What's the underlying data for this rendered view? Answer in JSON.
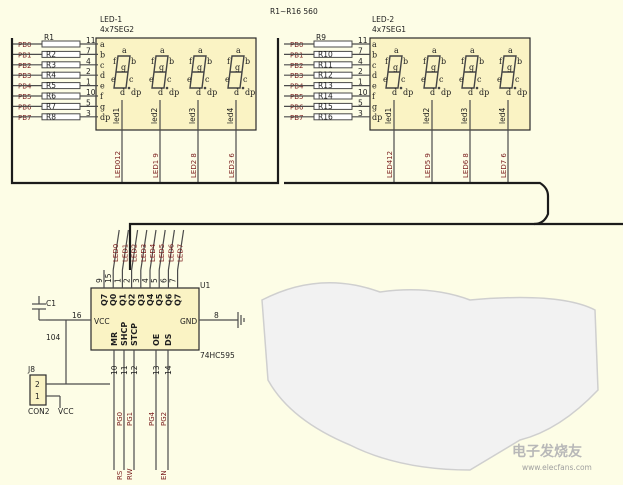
{
  "header_note": "R1~R16 560",
  "led_left": {
    "ref": "LED-1",
    "part": "4x7SEG2"
  },
  "led_right": {
    "ref": "LED-2",
    "part": "4x7SEG1"
  },
  "left_res_ref": "R1",
  "right_res_ref": "R9",
  "left_res_names": [
    "R2",
    "R3",
    "R4",
    "R5",
    "R6",
    "R7",
    "R8"
  ],
  "right_res_names": [
    "R10",
    "R11",
    "R12",
    "R13",
    "R14",
    "R15",
    "R16"
  ],
  "port_b": [
    "PB0",
    "PB1",
    "PB2",
    "PB3",
    "PB4",
    "PB5",
    "PB6",
    "PB7"
  ],
  "seg_pins": [
    "11",
    "7",
    "4",
    "2",
    "1",
    "10",
    "5",
    "3"
  ],
  "seg_letters": [
    "a",
    "b",
    "c",
    "d",
    "e",
    "f",
    "g",
    "dp"
  ],
  "digit_labels": [
    "led1",
    "led2",
    "led3",
    "led4"
  ],
  "led_left_bus": [
    "LED012",
    "LED1 9",
    "LED2 8",
    "LED3 6"
  ],
  "led_right_bus": [
    "LED412",
    "LED5 9",
    "LED6 8",
    "LED7 6"
  ],
  "ic": {
    "ref": "U1",
    "part": "74HC595",
    "vcc": "VCC",
    "gnd": "GND",
    "vcc_pin": "16",
    "gnd_pin": "8",
    "q_labels": [
      "Q7",
      "Q0",
      "Q1",
      "Q2",
      "Q3",
      "Q4",
      "Q5",
      "Q6",
      "Q7"
    ],
    "q_pins": [
      "9",
      "15",
      "1",
      "2",
      "3",
      "4",
      "5",
      "6",
      "7"
    ],
    "q_nets": [
      "LED0",
      "LED1",
      "LED2",
      "LED3",
      "LED4",
      "LED5",
      "LED6",
      "LED7"
    ],
    "ctrl_labels": [
      "MR",
      "SHCP",
      "STCP",
      "OE",
      "DS"
    ],
    "ctrl_pins": [
      "10",
      "11",
      "12",
      "13",
      "14"
    ],
    "ctrl_nets": [
      "PG0",
      "PG1",
      "PG4",
      "PG2"
    ],
    "bottom_nets": [
      "RS",
      "RW",
      "EN"
    ]
  },
  "cap": {
    "ref": "C1",
    "value": "104"
  },
  "jack": {
    "ref": "J8",
    "pins": [
      "2",
      "1"
    ],
    "part": "CON2",
    "vcc": "VCC"
  },
  "watermark": "电子发烧友",
  "watermark_url": "www.elecfans.com"
}
